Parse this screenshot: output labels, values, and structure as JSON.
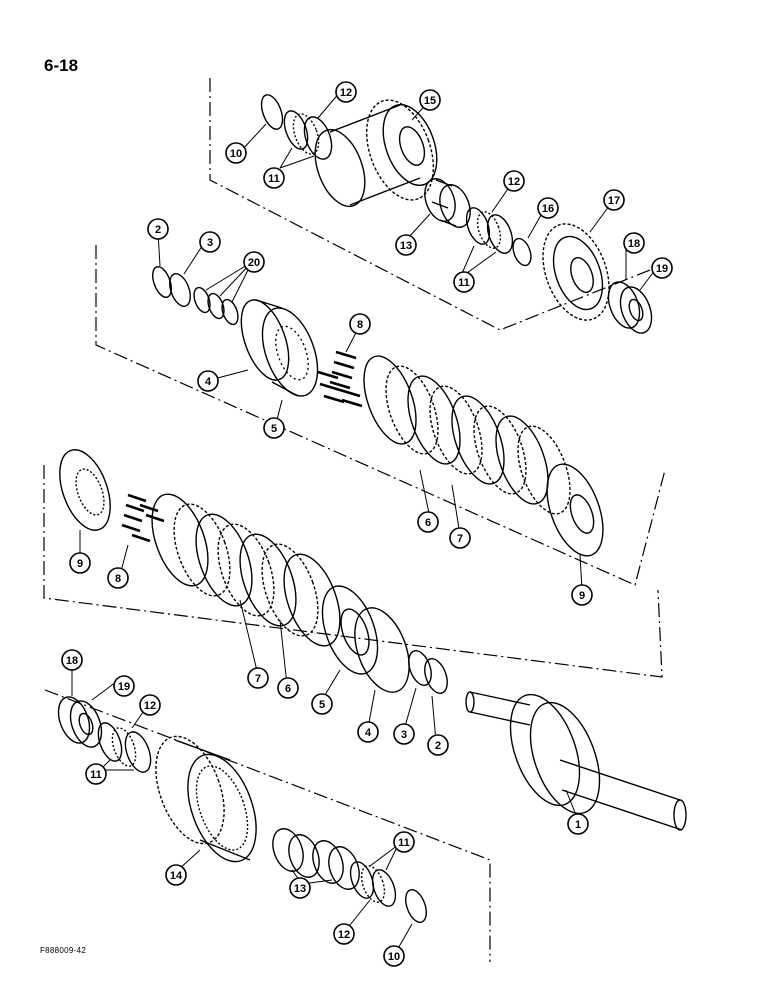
{
  "page_number": "6-18",
  "figure_code": "F888009-42",
  "callouts": [
    {
      "label": "12"
    },
    {
      "label": "15"
    },
    {
      "label": "10"
    },
    {
      "label": "11"
    },
    {
      "label": "12"
    },
    {
      "label": "16"
    },
    {
      "label": "17"
    },
    {
      "label": "13"
    },
    {
      "label": "11"
    },
    {
      "label": "18"
    },
    {
      "label": "19"
    },
    {
      "label": "2"
    },
    {
      "label": "3"
    },
    {
      "label": "20"
    },
    {
      "label": "8"
    },
    {
      "label": "4"
    },
    {
      "label": "5"
    },
    {
      "label": "6"
    },
    {
      "label": "7"
    },
    {
      "label": "9"
    },
    {
      "label": "9"
    },
    {
      "label": "8"
    },
    {
      "label": "7"
    },
    {
      "label": "6"
    },
    {
      "label": "5"
    },
    {
      "label": "4"
    },
    {
      "label": "3"
    },
    {
      "label": "2"
    },
    {
      "label": "18"
    },
    {
      "label": "19"
    },
    {
      "label": "12"
    },
    {
      "label": "11"
    },
    {
      "label": "1"
    },
    {
      "label": "14"
    },
    {
      "label": "11"
    },
    {
      "label": "13"
    },
    {
      "label": "12"
    },
    {
      "label": "10"
    }
  ]
}
